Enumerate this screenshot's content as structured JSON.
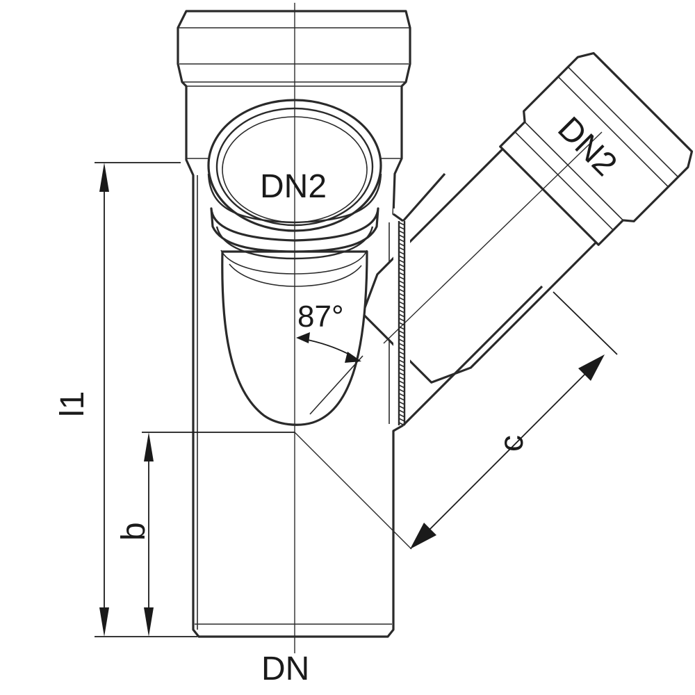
{
  "diagram": {
    "labels": {
      "branch_opening": "DN2",
      "branch_end": "DN2",
      "angle": "87°",
      "main_bottom": "DN",
      "dim_l1": "l1",
      "dim_b": "b",
      "dim_c": "c"
    },
    "colors": {
      "line": "#2a2a2a",
      "background": "#ffffff"
    }
  }
}
